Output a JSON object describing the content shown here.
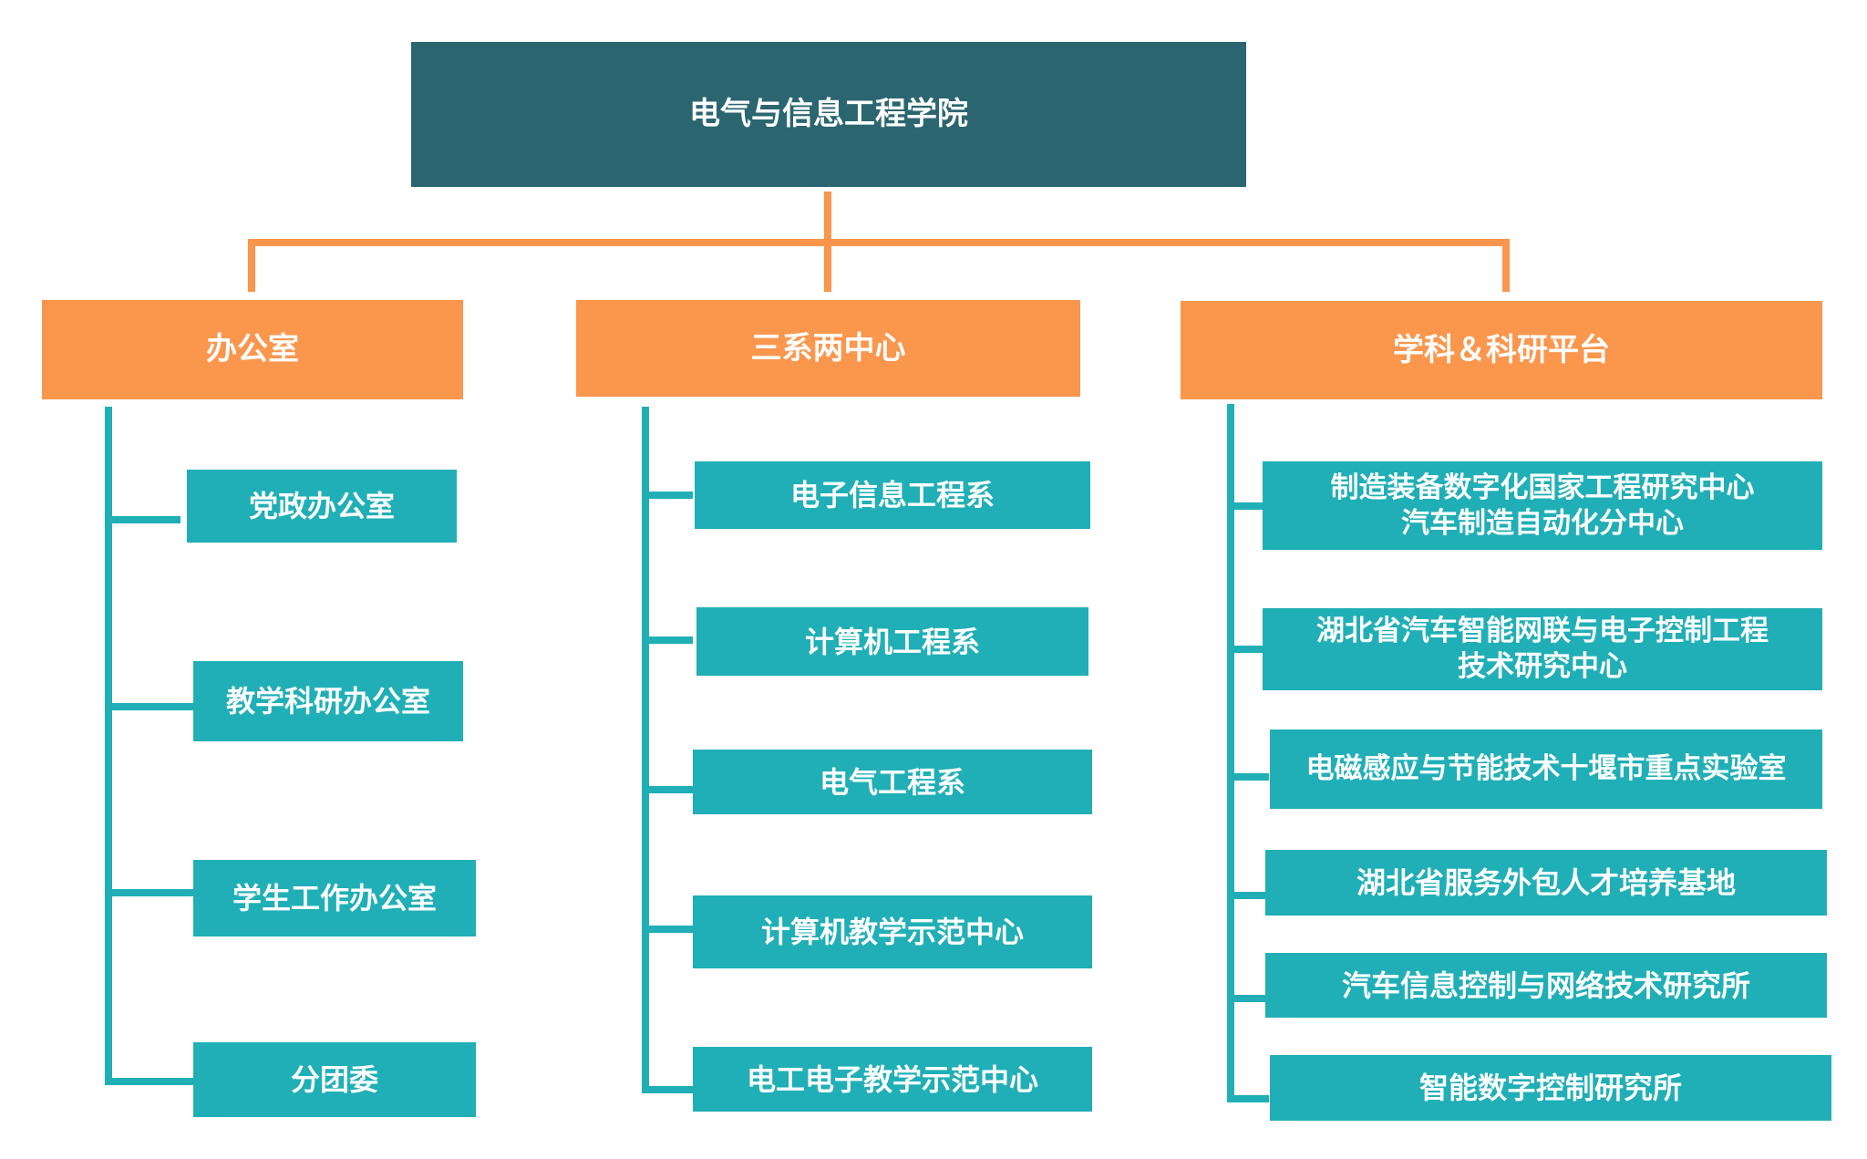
{
  "colors": {
    "root": "#2b6670",
    "category": "#fb964d",
    "unit": "#20afb6",
    "root_connector": "#fb964d",
    "unit_connector": "#20afb6"
  },
  "root": {
    "label": "电气与信息工程学院"
  },
  "columns": [
    {
      "label": "办公室",
      "items": [
        {
          "label": "党政办公室"
        },
        {
          "label": "教学科研办公室"
        },
        {
          "label": "学生工作办公室"
        },
        {
          "label": "分团委"
        }
      ]
    },
    {
      "label": "三系两中心",
      "items": [
        {
          "label": "电子信息工程系"
        },
        {
          "label": "计算机工程系"
        },
        {
          "label": "电气工程系"
        },
        {
          "label": "计算机教学示范中心"
        },
        {
          "label": "电工电子教学示范中心"
        }
      ]
    },
    {
      "label": "学科＆科研平台",
      "items": [
        {
          "label": "制造装备数字化国家工程研究中心",
          "label2": "汽车制造自动化分中心"
        },
        {
          "label": "湖北省汽车智能网联与电子控制工程",
          "label2": "技术研究中心"
        },
        {
          "label": "电磁感应与节能技术十堰市重点实验室"
        },
        {
          "label": "湖北省服务外包人才培养基地"
        },
        {
          "label": "汽车信息控制与网络技术研究所"
        },
        {
          "label": "智能数字控制研究所"
        }
      ]
    }
  ]
}
